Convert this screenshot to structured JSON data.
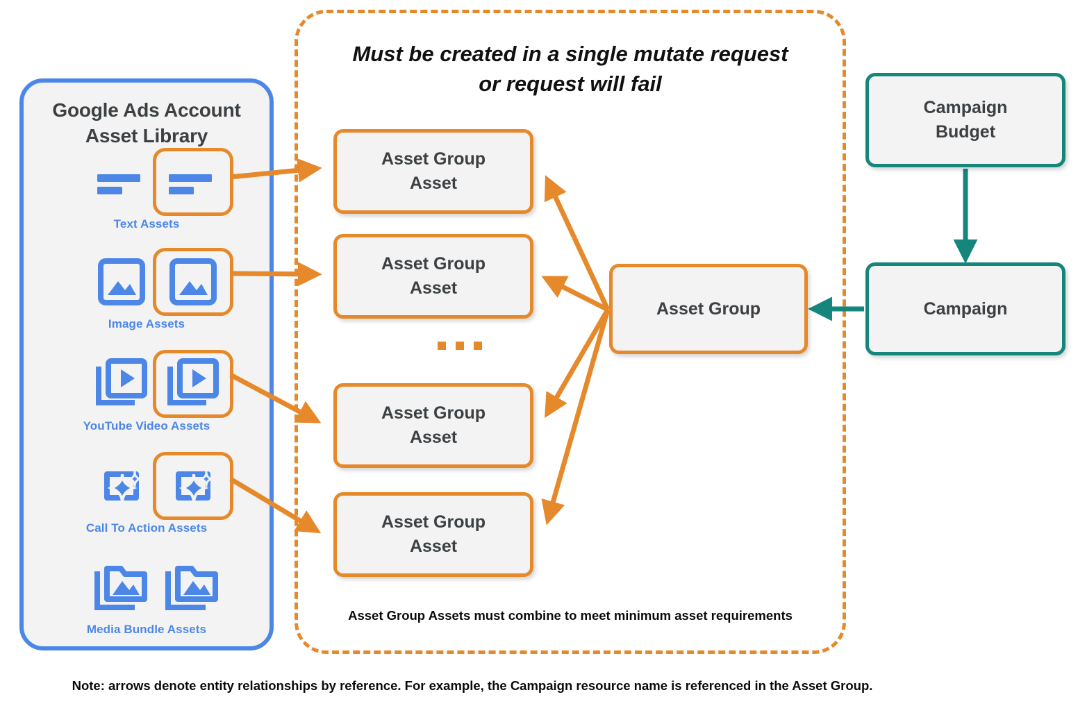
{
  "library": {
    "title": "Google Ads Account\nAsset Library",
    "title_line1": "Google Ads Account",
    "title_line2": "Asset Library",
    "accent_color": "#4c87e8",
    "items": [
      {
        "caption": "Text Assets",
        "icon": "text-lines-icon",
        "highlighted": true
      },
      {
        "caption": "Image Assets",
        "icon": "image-picture-icon",
        "highlighted": true
      },
      {
        "caption": "YouTube Video  Assets",
        "icon": "video-play-stack-icon",
        "highlighted": true
      },
      {
        "caption": "Call To Action Assets",
        "icon": "call-to-action-sparkle-icon",
        "highlighted": true
      },
      {
        "caption": "Media Bundle  Assets",
        "icon": "media-bundle-folder-icon",
        "highlighted": false
      }
    ]
  },
  "mutate_group": {
    "heading_line1": "Must be created in a single mutate request",
    "heading_line2": "or request will fail",
    "footnote": "Asset Group Assets must combine to meet minimum asset requirements",
    "border_color": "#e5892b",
    "asset_group_assets": [
      {
        "label": "Asset Group\nAsset",
        "line1": "Asset Group",
        "line2": "Asset"
      },
      {
        "label": "Asset Group\nAsset",
        "line1": "Asset Group",
        "line2": "Asset"
      },
      {
        "label": "Asset Group\nAsset",
        "line1": "Asset Group",
        "line2": "Asset"
      },
      {
        "label": "Asset Group\nAsset",
        "line1": "Asset Group",
        "line2": "Asset"
      }
    ],
    "ellipsis": "..."
  },
  "nodes": {
    "asset_group": {
      "label": "Asset Group",
      "color": "#e5892b"
    },
    "campaign_budget": {
      "line1": "Campaign",
      "line2": "Budget",
      "color": "#15867b"
    },
    "campaign": {
      "label": "Campaign",
      "color": "#15867b"
    }
  },
  "note": "Note: arrows denote entity relationships by reference. For example, the Campaign resource name is referenced in the Asset Group.",
  "colors": {
    "orange": "#e5892b",
    "blue": "#4c87e8",
    "teal": "#15867b",
    "node_fill": "#f3f3f3",
    "text_dark": "#3c4043"
  }
}
